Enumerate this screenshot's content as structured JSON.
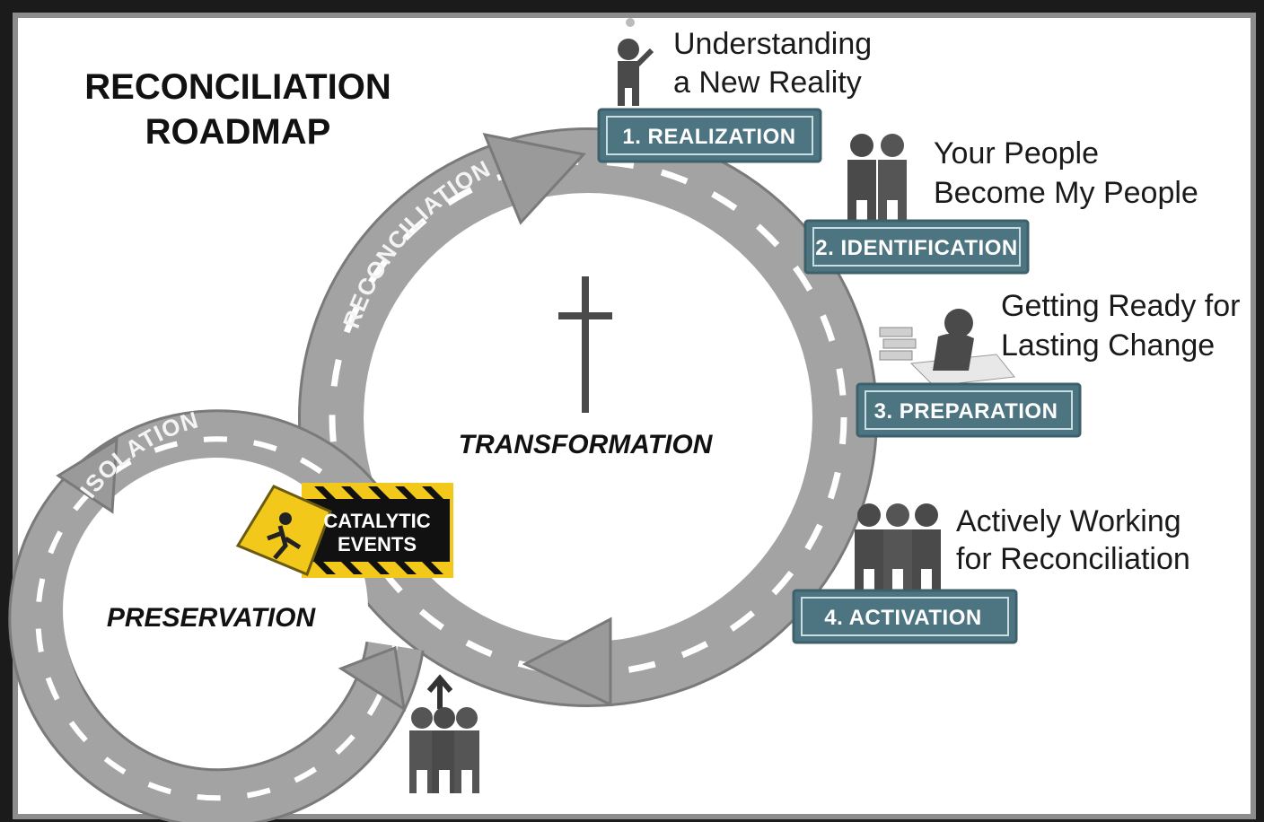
{
  "title": {
    "line1": "RECONCILIATION",
    "line2": "ROADMAP"
  },
  "center": {
    "transformation": "TRANSFORMATION",
    "preservation": "PRESERVATION"
  },
  "roads": {
    "reconciliation": "RECONCILIATION",
    "isolation": "ISOLATION"
  },
  "catalytic": {
    "line1": "CATALYTIC",
    "line2": "EVENTS"
  },
  "stages": [
    {
      "label": "1. REALIZATION",
      "desc_line1": "Understanding",
      "desc_line2": "a New Reality",
      "icon": "thinking-person-icon"
    },
    {
      "label": "2. IDENTIFICATION",
      "desc_line1": "Your People",
      "desc_line2": "Become My People",
      "icon": "two-people-icon"
    },
    {
      "label": "3. PREPARATION",
      "desc_line1": "Getting Ready for",
      "desc_line2": "Lasting Change",
      "icon": "studying-person-icon"
    },
    {
      "label": "4. ACTIVATION",
      "desc_line1": "Actively Working",
      "desc_line2": "for Reconciliation",
      "icon": "three-people-icon"
    }
  ],
  "icons": {
    "center": "cross-icon",
    "catalytic": "warning-sign-icon",
    "bottom": "group-rising-icon"
  },
  "colors": {
    "road": "#9c9c9c",
    "road_edge": "#7a7a7a",
    "dash": "#ffffff",
    "label_box": "#4d7481",
    "label_border": "#3e606b",
    "figure": "#4a4a4a",
    "hazard": "#f2c81a"
  }
}
